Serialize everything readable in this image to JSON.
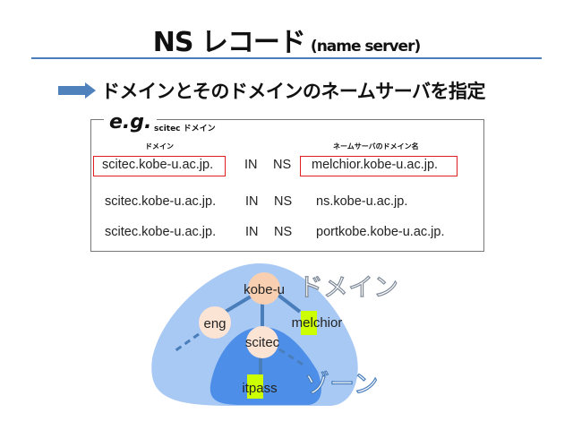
{
  "title": {
    "main": "NS レコード",
    "sub": "(name server)"
  },
  "headline": "ドメインとそのドメインのネームサーバを指定",
  "example": {
    "eg_label": "e.g.",
    "eg_sub": "scitec ドメイン",
    "col_domain": "ドメイン",
    "col_ns": "ネームサーバのドメイン名",
    "rows": [
      {
        "domain": "scitec.kobe-u.ac.jp.",
        "class": "IN",
        "type": "NS",
        "ns": "melchior.kobe-u.ac.jp."
      },
      {
        "domain": "scitec.kobe-u.ac.jp.",
        "class": "IN",
        "type": "NS",
        "ns": "ns.kobe-u.ac.jp."
      },
      {
        "domain": "scitec.kobe-u.ac.jp.",
        "class": "IN",
        "type": "NS",
        "ns": "portkobe.kobe-u.ac.jp."
      }
    ]
  },
  "diagram": {
    "nodes": {
      "root": "kobe-u",
      "eng": "eng",
      "scitec": "scitec",
      "melchior": "melchior",
      "itpass": "itpass"
    },
    "domain_label": "ドメイン",
    "zone_label": "ゾーン",
    "colors": {
      "domain": "#a9c9f5",
      "zone": "#4d8fe8",
      "node": "#fbe4d4",
      "root_node": "#f8cfb0",
      "highlight": "#ccff00"
    }
  }
}
